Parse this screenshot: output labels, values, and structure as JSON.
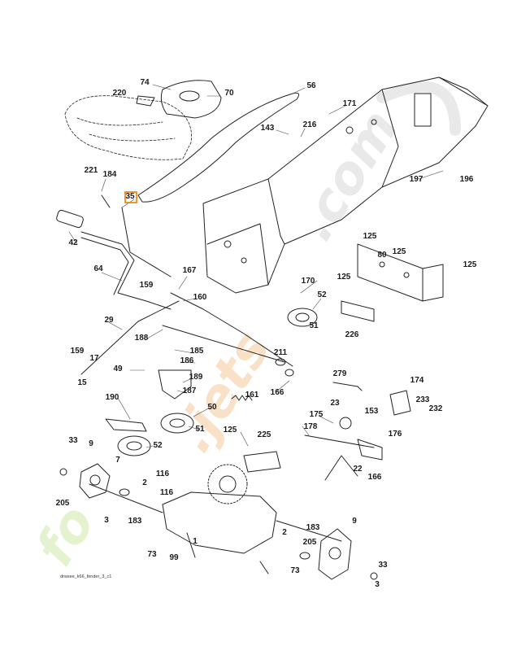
{
  "diagram": {
    "caption": "drwsee_k66_fender_3_c1",
    "highlighted_part": "35",
    "highlight_color": "#f07d00",
    "watermark": {
      "text": "fo.jets.com",
      "colors": [
        "#cfe8a8",
        "#f3c89a",
        "#d8d8d8"
      ]
    },
    "part_labels": [
      "74",
      "220",
      "70",
      "56",
      "171",
      "143",
      "216",
      "221",
      "184",
      "35",
      "197",
      "196",
      "42",
      "64",
      "125",
      "80",
      "125",
      "125",
      "167",
      "159",
      "160",
      "170",
      "52",
      "51",
      "125",
      "226",
      "29",
      "188",
      "159",
      "17",
      "15",
      "185",
      "186",
      "211",
      "49",
      "189",
      "166",
      "187",
      "161",
      "279",
      "174",
      "23",
      "153",
      "233",
      "232",
      "190",
      "50",
      "175",
      "176",
      "178",
      "33",
      "9",
      "7",
      "51",
      "125",
      "225",
      "52",
      "22",
      "166",
      "205",
      "116",
      "2",
      "183",
      "116",
      "3",
      "73",
      "99",
      "1",
      "9",
      "183",
      "205",
      "33",
      "3",
      "73",
      "2"
    ]
  }
}
